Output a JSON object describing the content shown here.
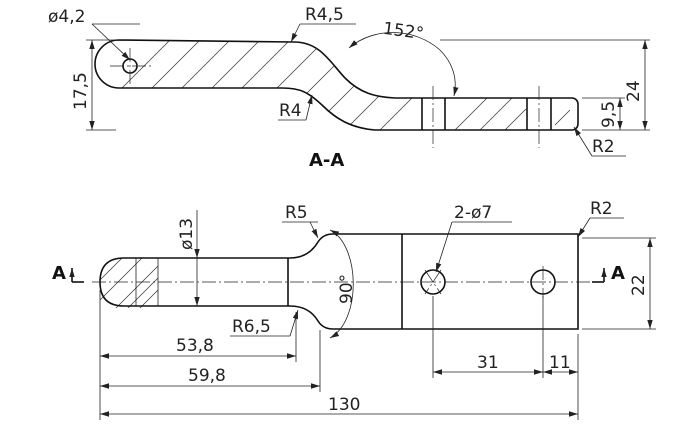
{
  "section_view": {
    "label": "A-A",
    "dims": {
      "hole_diameter": "ø4,2",
      "radius_top": "R4,5",
      "angle": "152°",
      "radius_bend": "R4",
      "height_left": "17,5",
      "height_total": "24",
      "height_right": "9,5",
      "radius_end": "R2"
    }
  },
  "plan_view": {
    "section_marker_left": "A",
    "section_marker_right": "A",
    "dims": {
      "shank_diameter": "ø13",
      "radius_neck": "R5",
      "holes": "2-ø7",
      "radius_corner": "R2",
      "angle": "90°",
      "radius_fillet": "R6,5",
      "len_53": "53,8",
      "len_59": "59,8",
      "hole_spacing": "31",
      "hole_to_end": "11",
      "overall_length": "130",
      "width": "22"
    }
  }
}
